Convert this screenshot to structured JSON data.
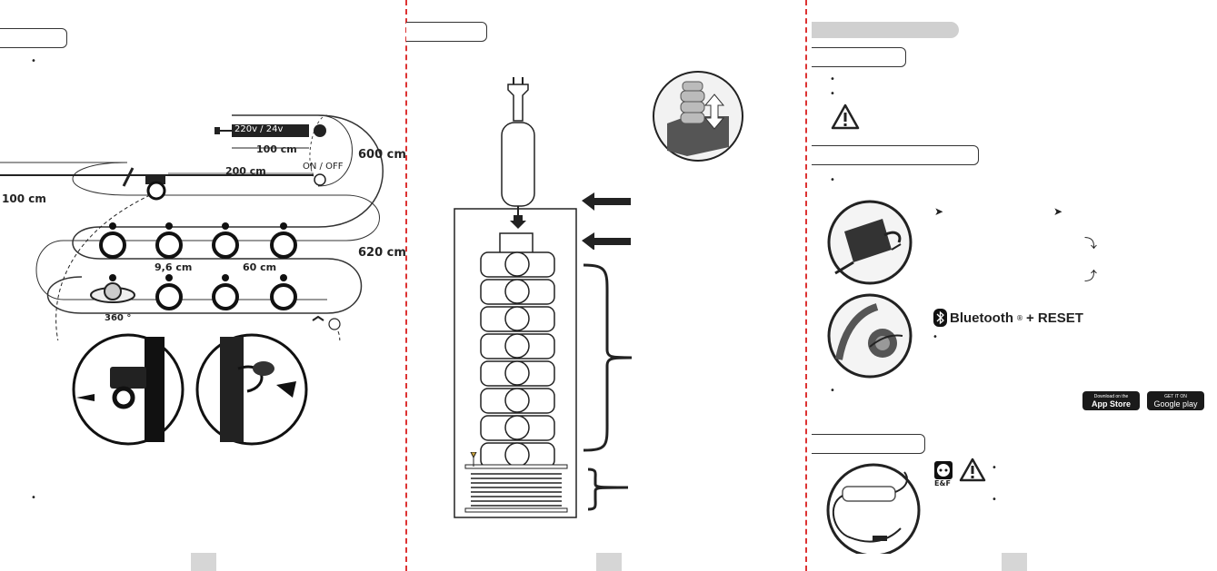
{
  "left": {
    "transformer_label": "220v / 24v",
    "len_100_top": "100 cm",
    "len_200": "200 cm",
    "on_off": "ON / OFF",
    "len_600": "600 cm",
    "len_100_left": "100 cm",
    "len_620": "620 cm",
    "spacing_small": "9,6 cm",
    "spacing_large": "60 cm",
    "rotation": "360 °"
  },
  "right": {
    "bluetooth_label": "Bluetooth",
    "bluetooth_reg": "®",
    "reset_label": "+ RESET",
    "appstore_small": "Download on the",
    "appstore_big": "App Store",
    "googleplay_small": "GET IT ON",
    "googleplay_big": "Google play",
    "ef_label": "E&F"
  }
}
